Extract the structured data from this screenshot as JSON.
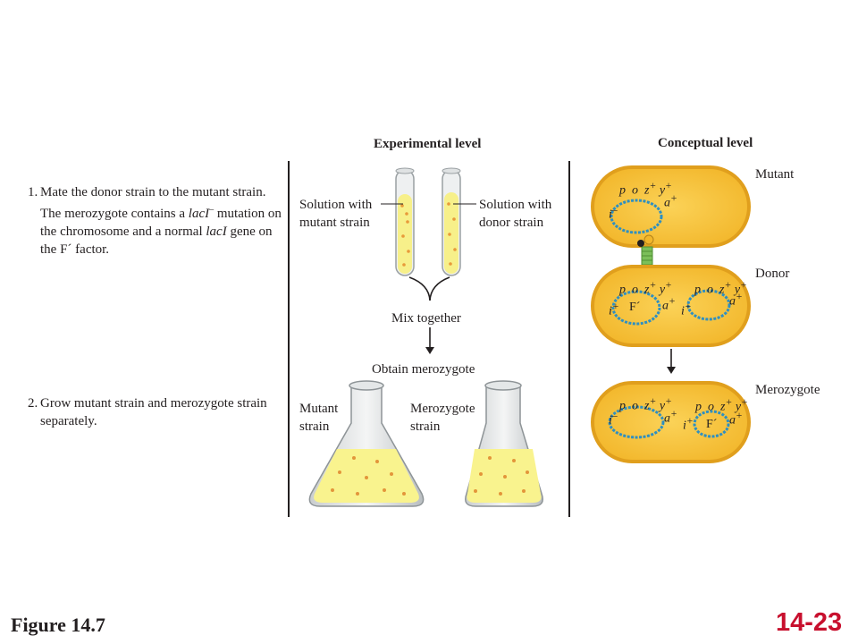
{
  "headers": {
    "experimental": "Experimental level",
    "conceptual": "Conceptual level"
  },
  "steps": [
    {
      "num": "1.",
      "text_parts": [
        "Mate the donor strain to the mutant strain. The merozygote contains a ",
        "lacI",
        "–",
        " mutation on the chromosome and a normal ",
        "lacI",
        " gene on the F´ factor."
      ]
    },
    {
      "num": "2.",
      "text": "Grow mutant strain and merozygote strain separately."
    }
  ],
  "experimental": {
    "tube_left_label": [
      "Solution with",
      "mutant strain"
    ],
    "tube_right_label": [
      "Solution with",
      "donor strain"
    ],
    "mix": "Mix together",
    "obtain": "Obtain merozygote",
    "flask_left_label": [
      "Mutant",
      "strain"
    ],
    "flask_right_label": [
      "Merozygote",
      "strain"
    ]
  },
  "conceptual": {
    "cell_labels": {
      "mutant": "Mutant",
      "donor": "Donor",
      "merozygote": "Merozygote"
    },
    "genes": {
      "p": "p",
      "o": "o",
      "z": "z",
      "y": "y",
      "a": "a",
      "i": "i",
      "plus": "+",
      "minus": "–",
      "f_factor": "F´"
    }
  },
  "footer": {
    "figure": "Figure 14.7",
    "slide": "14-23"
  },
  "colors": {
    "cell_fill": "#f6c23c",
    "cell_border": "#e2a21a",
    "liquid": "#faf59a",
    "dna": "#2e8fc1",
    "pilus": "#6ab04c",
    "slide_number": "#c8102e"
  }
}
